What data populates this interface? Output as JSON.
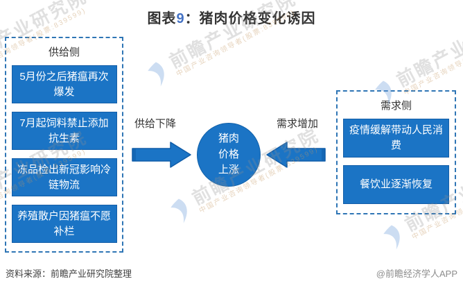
{
  "title": {
    "prefix": "图表",
    "number": "9",
    "rest": "：猪肉价格变化诱因"
  },
  "supply_panel": {
    "title": "供给侧",
    "items": [
      "5月份之后猪瘟再次爆发",
      "7月起饲料禁止添加抗生素",
      "冻品检出新冠影响冷链物流",
      "养殖散户因猪瘟不愿补栏"
    ]
  },
  "demand_panel": {
    "title": "需求侧",
    "items": [
      "疫情缓解带动人民消费",
      "餐饮业逐渐恢复"
    ]
  },
  "center": {
    "left_arrow_label": "供给下降",
    "right_arrow_label": "需求增加",
    "circle_text": "猪肉\n价格\n上涨"
  },
  "footer": {
    "source": "资料来源：前瞻产业研究院整理",
    "attribution": "@前瞻经济学人APP"
  },
  "watermark": {
    "main": "前瞻产业研究院",
    "sub": "中国产业咨询领导者(股票:839599)",
    "logo_icon": "qianzhan-logo-icon"
  },
  "colors": {
    "primary_blue": "#1B74C5",
    "box_border_blue": "#145EA8",
    "dashed_border_blue": "#2E75B5",
    "title_number_blue": "#4472C4",
    "text_dark": "#333333",
    "source_text": "#404040",
    "attribution_gray": "#8C8C8C"
  }
}
